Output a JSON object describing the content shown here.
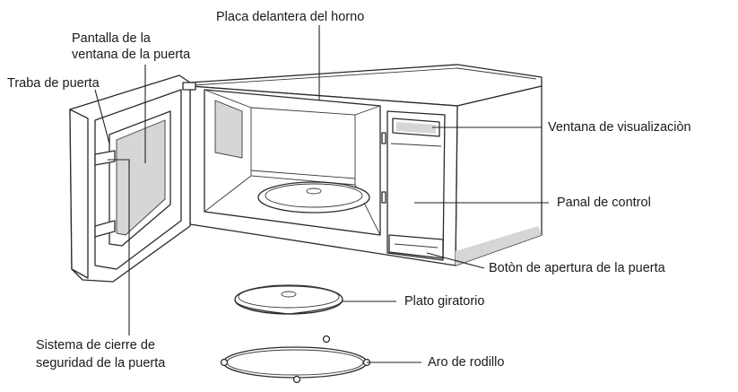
{
  "labels": {
    "front_plate": "Placa delantera del horno",
    "window_screen_line1": "Pantalla de la",
    "window_screen_line2": "ventana de la puerta",
    "door_latch": "Traba de puerta",
    "display_window": "Ventana de visualizaciòn",
    "control_panel": "Panal de control",
    "door_open_button": "Botòn de apertura de la puerta",
    "turntable": "Plato giratorio",
    "safety_lock_line1": "Sistema de cierre de",
    "safety_lock_line2": "seguridad de la puerta",
    "roller_ring": "Aro de rodillo"
  },
  "colors": {
    "line": "#2b2b2b",
    "shade": "#d6d6d6",
    "background": "#ffffff"
  }
}
